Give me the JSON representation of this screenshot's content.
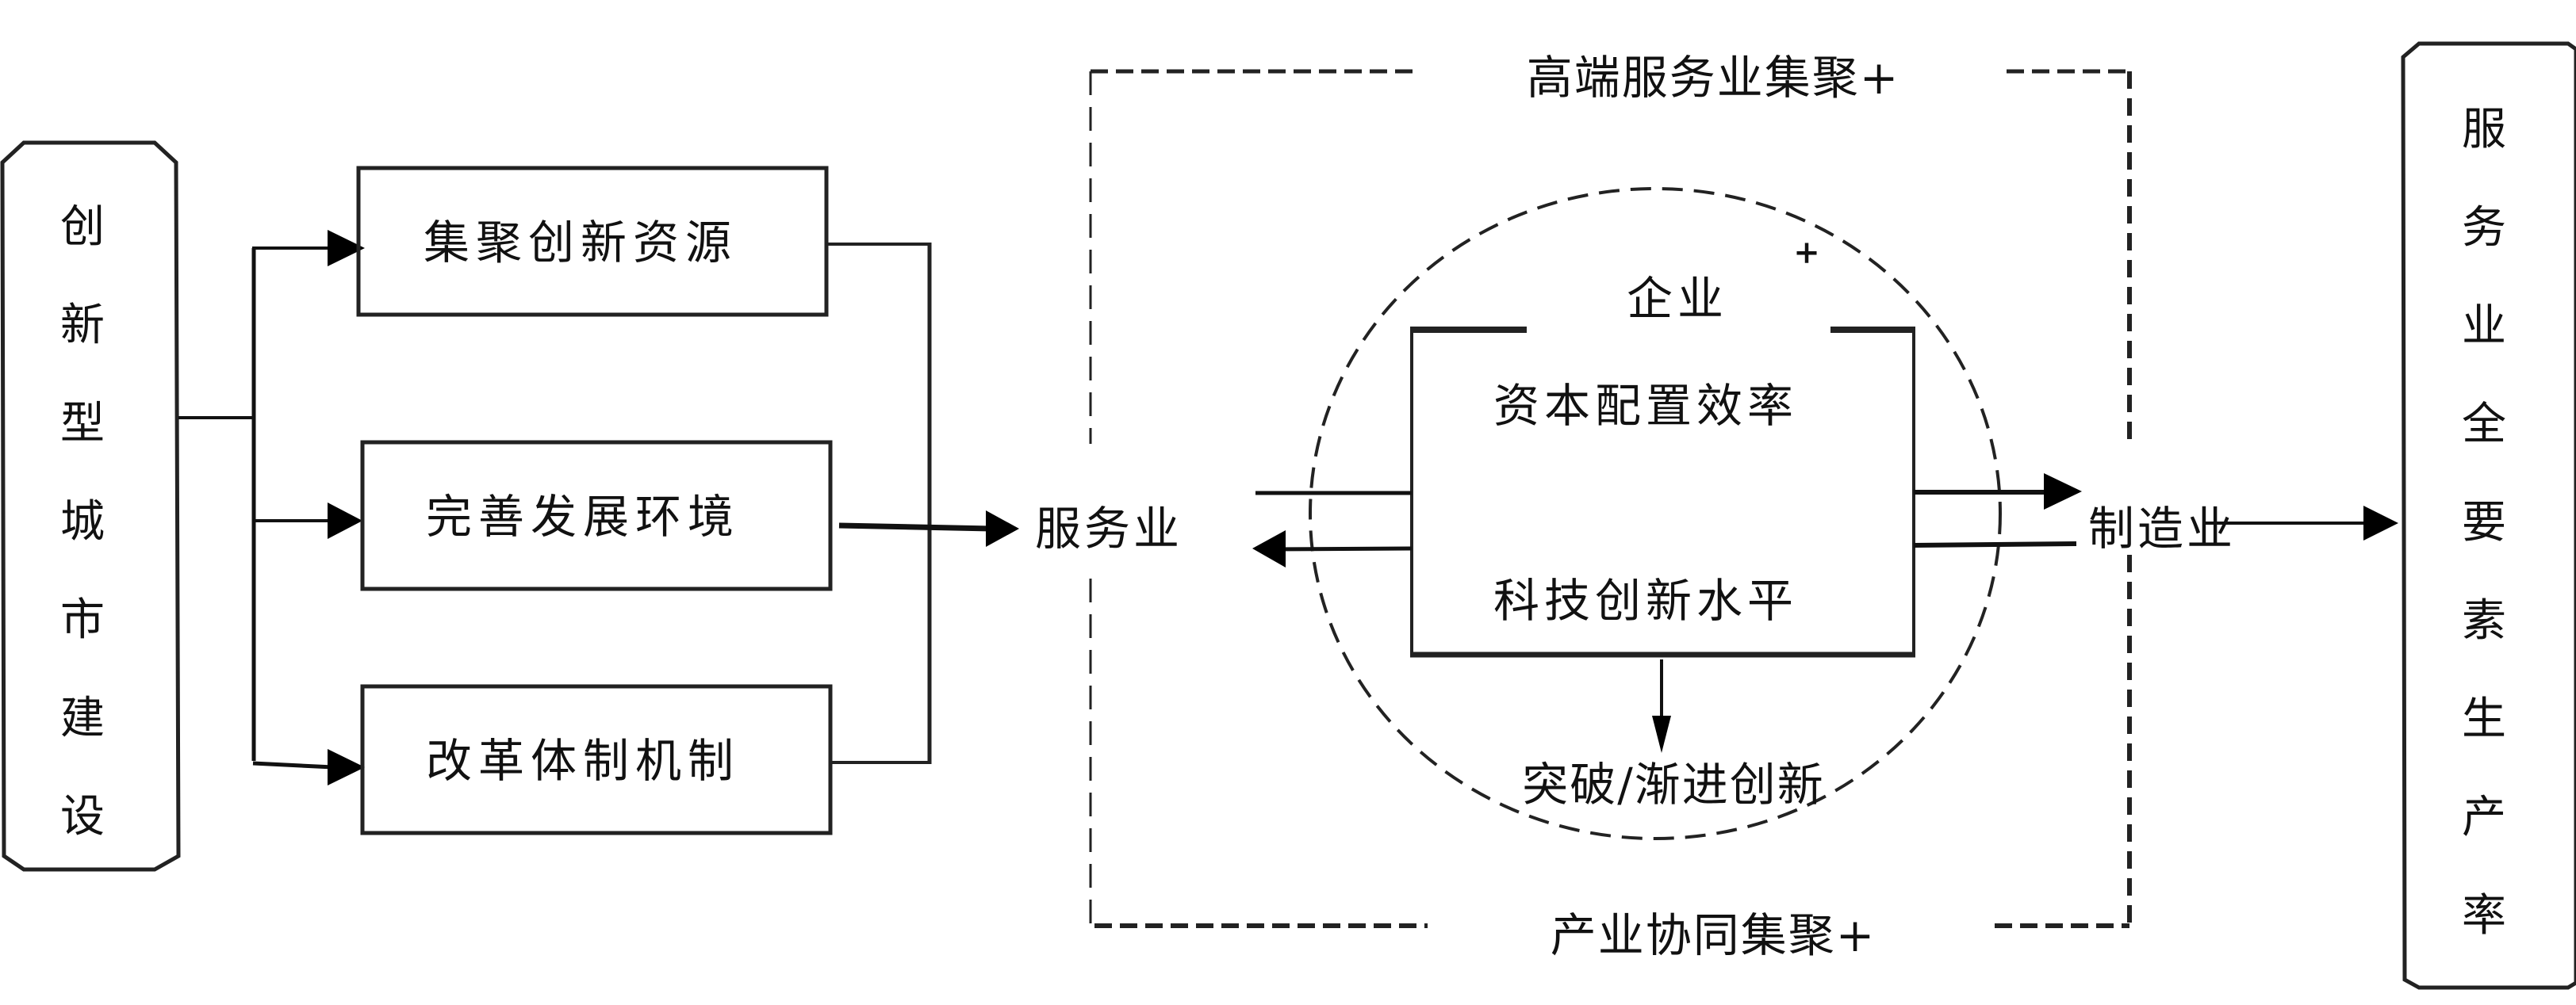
{
  "diagram": {
    "left_box": {
      "label": "创新型城市建设",
      "chars": [
        "创",
        "新",
        "型",
        "城",
        "市",
        "建",
        "设"
      ]
    },
    "channels": [
      {
        "label": "集聚创新资源"
      },
      {
        "label": "完善发展环境"
      },
      {
        "label": "改革体制机制"
      }
    ],
    "service_node": {
      "label": "服务业"
    },
    "manufacturing_node": {
      "label": "制造业"
    },
    "cluster_box": {
      "top_label": "高端服务业集聚+",
      "bottom_label": "产业协同集聚+"
    },
    "ellipse": {
      "plus_mark": "+",
      "firm_label": "企业",
      "capital_label": "资本配置效率",
      "tech_label": "科技创新水平",
      "innovation_label": "突破/渐进创新"
    },
    "right_box": {
      "label": "服务业全要素生产率",
      "chars": [
        "服",
        "务",
        "业",
        "全",
        "要",
        "素",
        "生",
        "产",
        "率"
      ]
    },
    "colors": {
      "stroke": "#222222",
      "text": "#111111",
      "background": "#ffffff"
    }
  }
}
